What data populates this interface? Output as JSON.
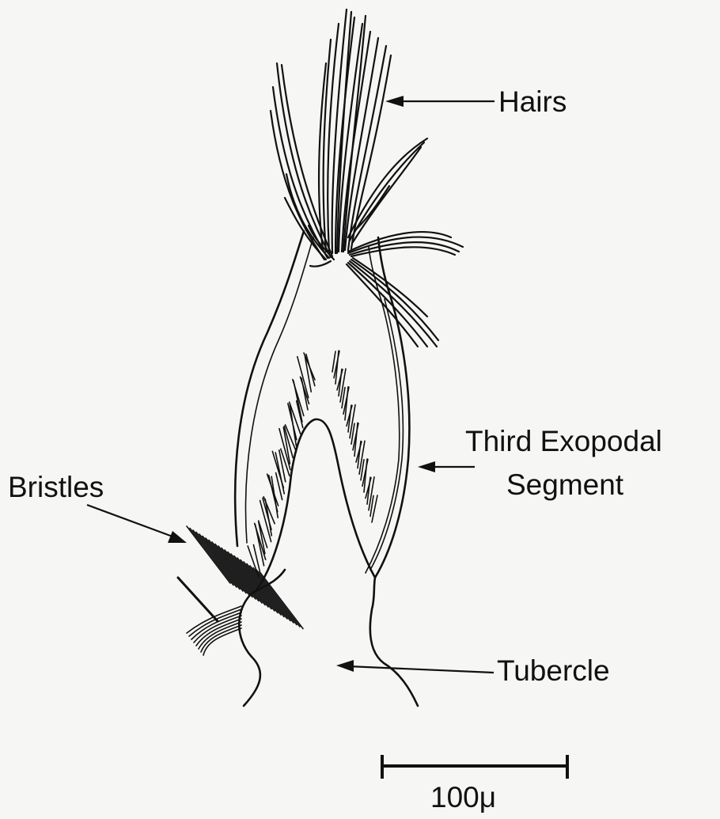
{
  "labels": {
    "hairs": "Hairs",
    "third_line1": "Third Exopodal",
    "third_line2": "Segment",
    "bristles": "Bristles",
    "tubercle": "Tubercle"
  },
  "scale_bar": {
    "label": "100μ"
  },
  "colors": {
    "ink": "#111111",
    "paper": "#f6f6f4"
  }
}
